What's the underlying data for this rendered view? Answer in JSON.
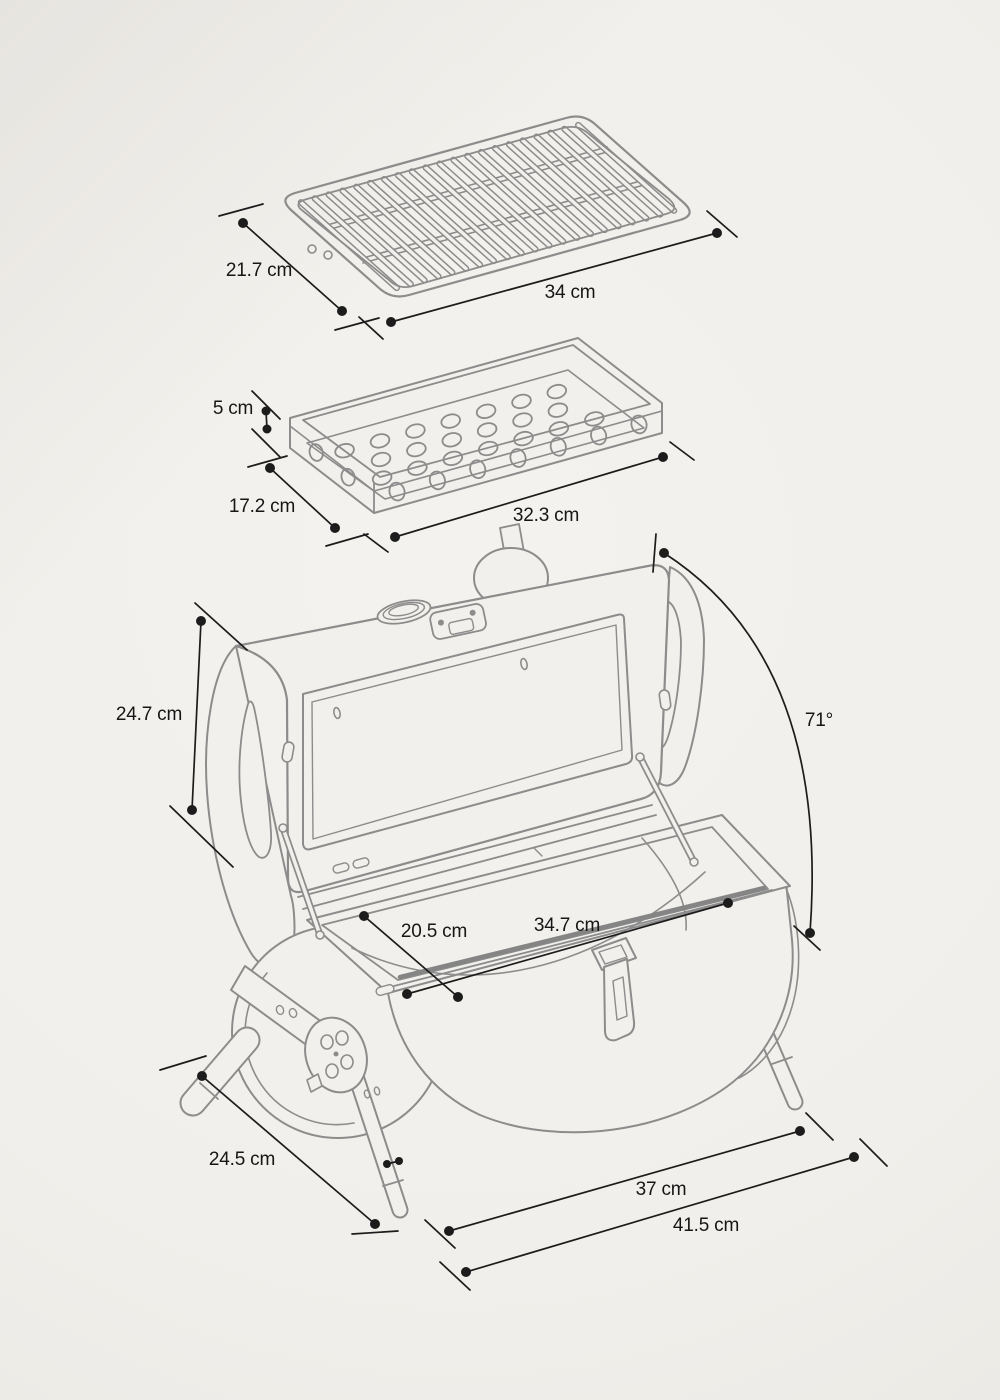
{
  "colors": {
    "background": "#f2f0ec",
    "artwork_line": "#8c8c8c",
    "dimension_line": "#1c1c1c",
    "label_text": "#161616"
  },
  "parts": {
    "grill_grate": {
      "dimensions": {
        "depth": "21.7 cm",
        "width": "34 cm"
      }
    },
    "charcoal_tray": {
      "dimensions": {
        "height": "5 cm",
        "depth": "17.2 cm",
        "width": "32.3 cm"
      }
    },
    "barbecue_body": {
      "dimensions": {
        "lid_height": "24.7 cm",
        "lid_opening_angle": "71°",
        "opening_depth": "20.5 cm",
        "opening_width": "34.7 cm",
        "base_depth": "24.5 cm",
        "feet_span": "37 cm",
        "overall_width": "41.5 cm"
      }
    }
  }
}
